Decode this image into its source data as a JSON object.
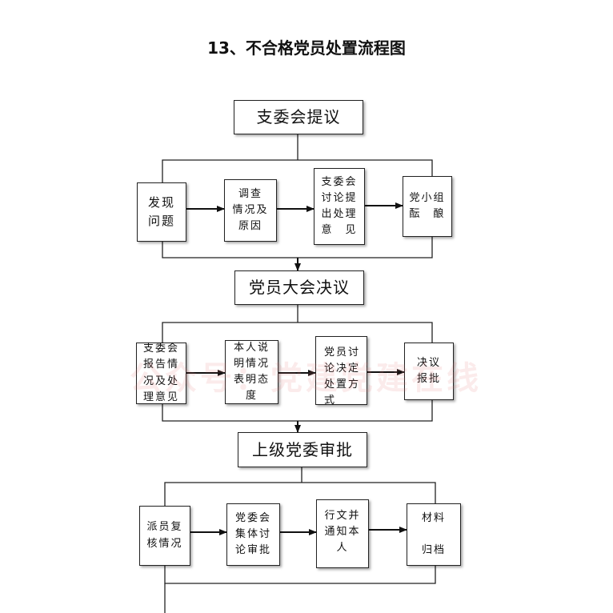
{
  "title": "13、不合格党员处置流程图",
  "watermark": "公众号：党建党建在线",
  "stages": [
    {
      "main": "支委会提议",
      "steps": [
        "发现\n问题",
        "调查\n情况及\n原因",
        "支委会\n讨论提\n出处理\n意　见",
        "党小组\n酝　酿"
      ]
    },
    {
      "main": "党员大会决议",
      "steps": [
        "支委会\n报告情\n况及处\n理意见",
        "本人说\n明情况\n表明态\n度",
        "党员讨\n论决定\n处置方\n式",
        "决议\n报批"
      ]
    },
    {
      "main": "上级党委审批",
      "steps": [
        "派员复\n核情况",
        "党委会\n集体讨\n论审批",
        "行文并\n通知本\n人",
        "材料\n\n归档"
      ]
    }
  ]
}
